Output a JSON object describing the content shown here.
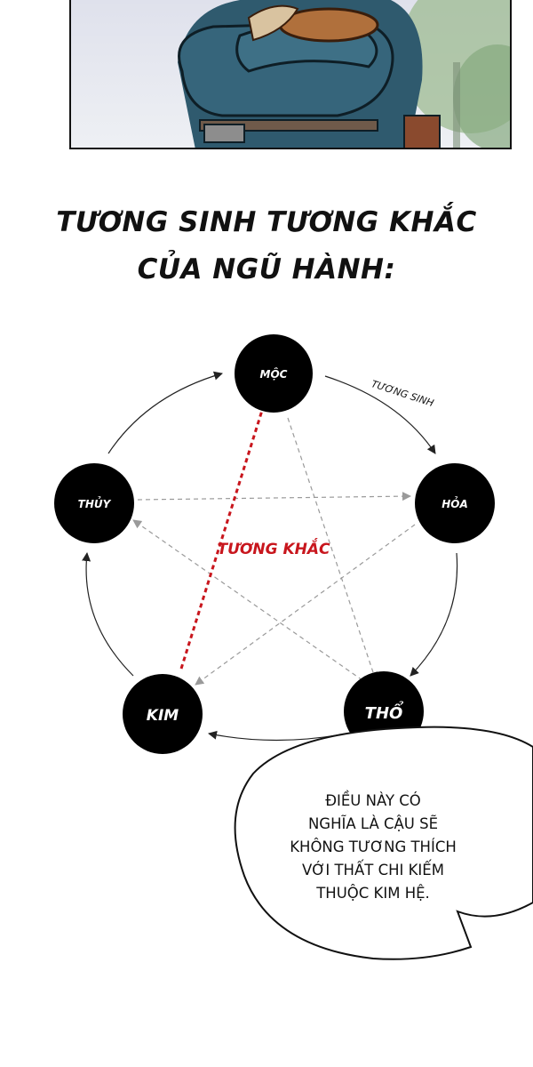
{
  "heading": {
    "line1": "TƯƠNG SINH TƯƠNG KHẮC",
    "line2": "CỦA NGŨ HÀNH:"
  },
  "diagram": {
    "elements": {
      "moc": "MỘC",
      "hoa": "HỎA",
      "tho": "THỔ",
      "kim": "KIM",
      "thuy": "THỦY"
    },
    "label_sinh": "TƯƠNG SINH",
    "label_khac": "TƯƠNG KHẮC",
    "colors": {
      "node": "#000000",
      "sinh_arrow": "#222222",
      "khac_arrow": "#9a9a9a",
      "highlight": "#c8161d"
    }
  },
  "speech_bubble": {
    "text": "ĐIỀU NÀY CÓ\nNGHĨA LÀ CẬU SẼ\nKHÔNG TƯƠNG THÍCH\nVỚI THẤT CHI KIẾM\nTHUỘC KIM HỆ."
  }
}
